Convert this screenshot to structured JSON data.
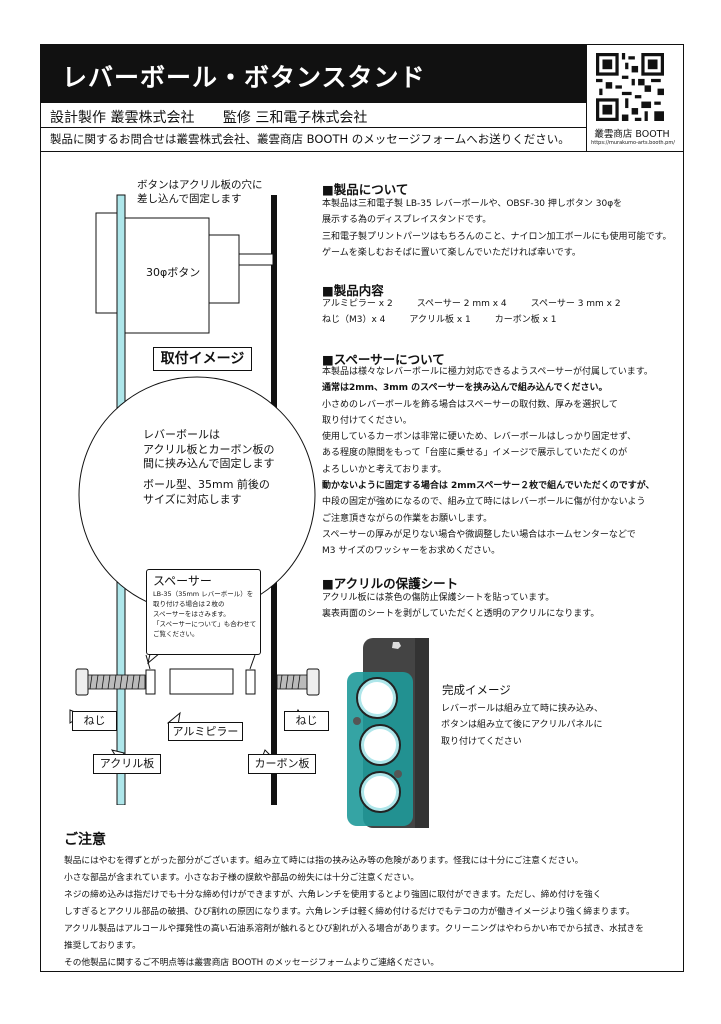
{
  "header": {
    "title": "レバーボール・ボタンスタンド",
    "design": "設計製作 叢雲株式会社",
    "supervise": "監修 三和電子株式会社",
    "contact": "製品に関するお問合せは叢雲株式会社、叢雲商店 BOOTH のメッセージフォームへお送りください。",
    "shop_label": "叢雲商店 BOOTH",
    "shop_url": "https://murakumo-arts.booth.pm/"
  },
  "diagram": {
    "button_note": [
      "ボタンはアクリル板の穴に",
      "差し込んで固定します"
    ],
    "button_label": "30φボタン",
    "mount_image": "取付イメージ",
    "lever_note": [
      "レバーボールは",
      "アクリル板とカーボン板の",
      "間に挟み込んで固定します"
    ],
    "size_note": [
      "ボール型、35mm 前後の",
      "サイズに対応します"
    ],
    "spacer_title": "スペーサー",
    "spacer_note": [
      "LB-35（35mm レバーボール）を",
      "取り付ける場合は２枚の",
      "スペーサーをはさみます。",
      "「スペーサーについて」も合わせて",
      "ご覧ください。"
    ],
    "screw_left": "ねじ",
    "screw_right": "ねじ",
    "pillar": "アルミピラー",
    "acrylic": "アクリル板",
    "carbon": "カーボン板"
  },
  "about": {
    "heading": "■製品について",
    "lines": [
      "本製品は三和電子製 LB-35 レバーボールや、OBSF-30 押しボタン 30φを",
      "展示する為のディスプレイスタンドです。",
      "三和電子製プリントパーツはもちろんのこと、ナイロン加工ボールにも使用可能です。",
      "ゲームを楽しむおそばに置いて楽しんでいただければ幸いです。"
    ]
  },
  "contents": {
    "heading": "■製品内容",
    "line1": [
      "アルミピラー x 2",
      "スペーサー 2 mm x 4",
      "スペーサー 3 mm x 2"
    ],
    "line2": [
      "ねじ（M3）x 4",
      "アクリル板 x 1",
      "カーボン板 x 1"
    ]
  },
  "spacer_section": {
    "heading": "■スペーサーについて",
    "lines": [
      "本製品は様々なレバーボールに極力対応できるようスペーサーが付属しています。",
      "通常は2mm、3mm のスペーサーを挟み込んで組み込んでください。",
      "小さめのレバーボールを飾る場合はスペーサーの取付数、厚みを選択して",
      "取り付けてください。",
      "使用しているカーボンは非常に硬いため、レバーボールはしっかり固定せず、",
      "ある程度の隙間をもって「台座に乗せる」イメージで展示していただくのが",
      "よろしいかと考えております。",
      "動かないように固定する場合は 2mmスペーサー２枚で組んでいただくのですが、",
      "中段の固定が強めになるので、組み立て時にはレバーボールに傷が付かないよう",
      "ご注意頂きながらの作業をお願いします。",
      "スペーサーの厚みが足りない場合や微調整したい場合はホームセンターなどで",
      "M3 サイズのワッシャーをお求めください。"
    ]
  },
  "sheet": {
    "heading": "■アクリルの保護シート",
    "lines": [
      "アクリル板には茶色の傷防止保護シートを貼っています。",
      "裏表両面のシートを剥がしていただくと透明のアクリルになります。"
    ]
  },
  "complete": {
    "title": "完成イメージ",
    "lines": [
      "レバーボールは組み立て時に挟み込み、",
      "ボタンは組み立て後にアクリルパネルに",
      "取り付けてください"
    ]
  },
  "caution": {
    "heading": "ご注意",
    "lines": [
      "製品にはやむを得ずとがった部分がございます。組み立て時には指の挟み込み等の危険があります。怪我には十分にご注意ください。",
      "小さな部品が含まれています。小さなお子様の誤飲や部品の紛失には十分ご注意ください。",
      "ネジの締め込みは指だけでも十分な締め付けができますが、六角レンチを使用するとより強固に取付ができます。ただし、締め付けを強く",
      "しすぎるとアクリル部品の破損、ひび割れの原因になります。六角レンチは軽く締め付けるだけでもテコの力が働きイメージより強く締まります。",
      "アクリル製品はアルコールや揮発性の高い石油系溶剤が触れるとひび割れが入る場合があります。クリーニングはやわらかい布でから拭き、水拭きを",
      "推奨しております。",
      "その他製品に関するご不明点等は叢雲商店 BOOTH のメッセージフォームよりご連絡ください。"
    ]
  }
}
